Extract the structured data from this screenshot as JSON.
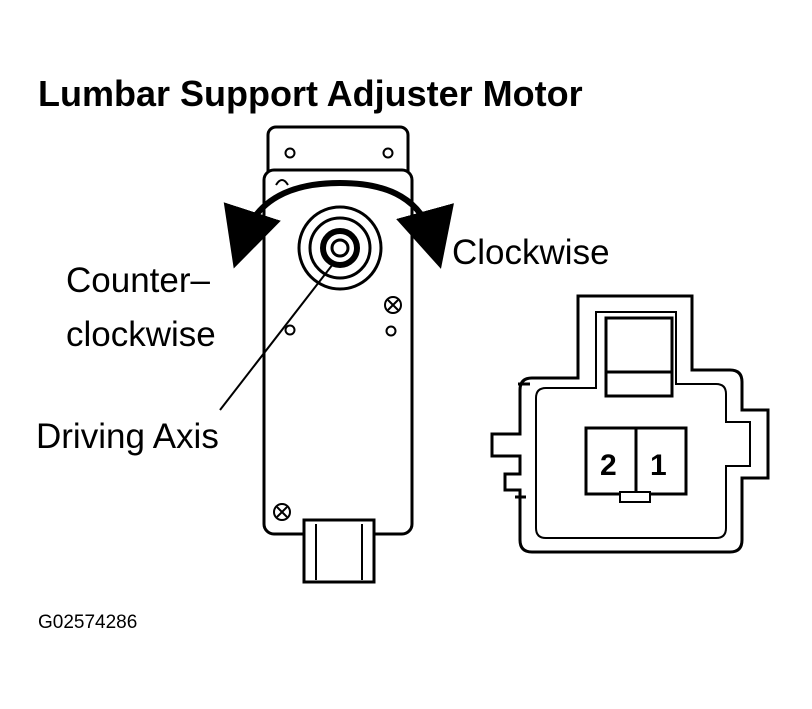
{
  "title": "Lumbar Support Adjuster Motor",
  "labels": {
    "clockwise": "Clockwise",
    "counterclockwise_line1": "Counter–",
    "counterclockwise_line2": "clockwise",
    "driving_axis": "Driving Axis"
  },
  "connector": {
    "pins": [
      "2",
      "1"
    ]
  },
  "figure_code": "G02574286"
}
